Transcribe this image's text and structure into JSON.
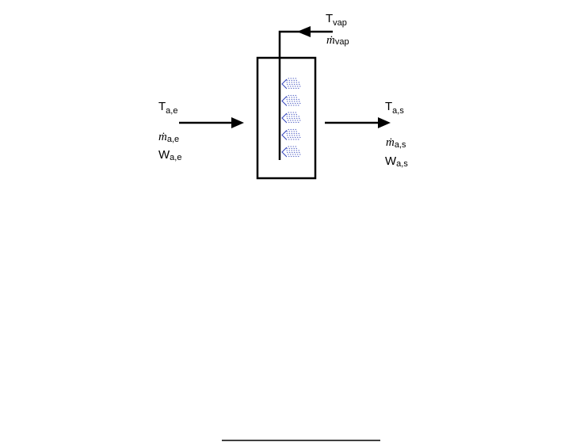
{
  "diagram": {
    "inlet": {
      "temperature": {
        "main": "T",
        "sub": "a,e"
      },
      "mass_flow": {
        "main": "ṁ",
        "sub": "a,e"
      },
      "humidity": {
        "main": "W",
        "sub": "a,e"
      }
    },
    "outlet": {
      "temperature": {
        "main": "T",
        "sub": "a,s"
      },
      "mass_flow": {
        "main": "ṁ",
        "sub": "a,s"
      },
      "humidity": {
        "main": "W",
        "sub": "a,s"
      }
    },
    "vapor": {
      "temperature": {
        "main": "T",
        "sub": "vap"
      },
      "mass_flow": {
        "main": "ṁ",
        "sub": "vap"
      }
    },
    "spray_color": "#3344bb",
    "spray_nozzles": 5
  }
}
